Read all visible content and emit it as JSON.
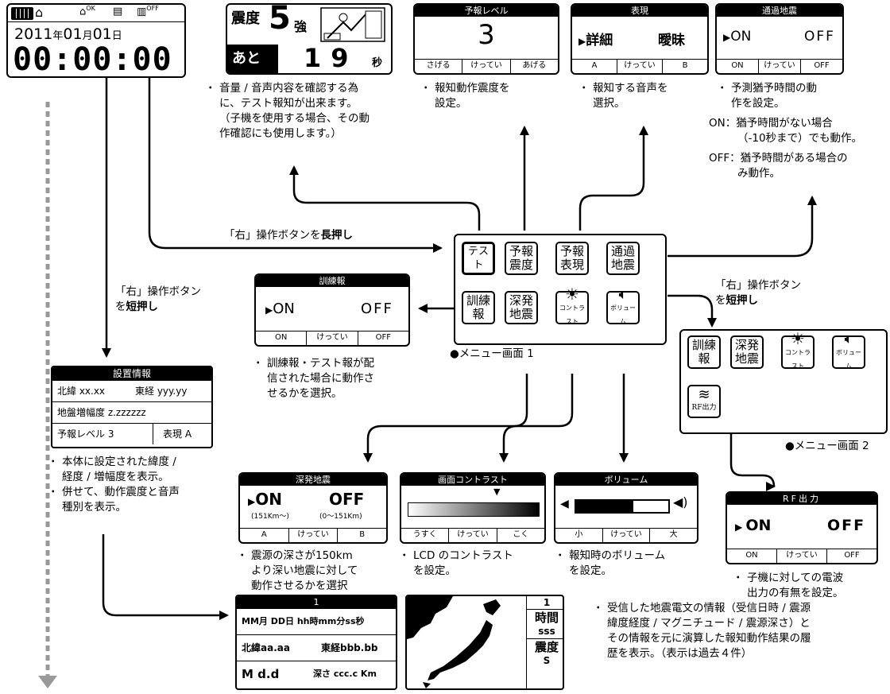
{
  "clock": {
    "year": "2011",
    "nen": "年",
    "month": "01",
    "gatsu": "月",
    "day": "01",
    "nichi": "日",
    "time": "00:00:00",
    "ok": "OK",
    "off": "OFF"
  },
  "test_screen": {
    "shindo": "震度",
    "five": "5",
    "kyo": "強",
    "ato": "あと",
    "count": "19",
    "byo": "秒"
  },
  "test_note": [
    "音量 / 音声内容を確認する為",
    "に、テスト報知が出来ます。",
    "（子機を使用する場合、その動",
    "作確認にも使用します。）"
  ],
  "yoho": {
    "title": "予報レベル",
    "value": "3",
    "buttons": [
      "さげる",
      "けってい",
      "あげる"
    ],
    "note": [
      "報知動作震度を",
      "設定。"
    ]
  },
  "hyogen": {
    "title": "表現",
    "opt1": "詳細",
    "opt2": "曖昧",
    "buttons": [
      "A",
      "けってい",
      "B"
    ],
    "note": [
      "報知する音声を",
      "選択。"
    ]
  },
  "tsuka": {
    "title": "通過地震",
    "on": "ON",
    "off": "OFF",
    "buttons": [
      "ON",
      "けってい",
      "OFF"
    ],
    "note": [
      "予測猶予時間の動",
      "作を設定。"
    ],
    "on_desc": [
      "ON：猶予時間がない場合",
      "（-10秒まで）でも動作。"
    ],
    "off_desc": [
      "OFF：猶予時間がある場合の",
      "み動作。"
    ]
  },
  "long_press": {
    "pre": "「右」操作ボタンを",
    "bold": "長押し"
  },
  "short_press_left": {
    "l1": "「右」操作ボタン",
    "l2pre": "を",
    "l2bold": "短押し"
  },
  "short_press_right": {
    "l1": "「右」操作ボタン",
    "l2pre": "を",
    "l2bold": "短押し"
  },
  "menu1": {
    "caption": "●メニュー画面 1",
    "items": [
      "テスト",
      "予報震度",
      "予報表現",
      "通過地震",
      "訓練報",
      "深発地震",
      "コントラスト",
      "ボリューム"
    ]
  },
  "menu2": {
    "caption": "●メニュー画面 2",
    "items": [
      "訓練報",
      "深発地震",
      "コントラスト",
      "ボリューム",
      "RF出力"
    ]
  },
  "kunren": {
    "title": "訓練報",
    "on": "ON",
    "off": "OFF",
    "buttons": [
      "ON",
      "けってい",
      "OFF"
    ],
    "note": [
      "訓練報・テスト報が配",
      "信された場合に動作さ",
      "せるかを選択。"
    ]
  },
  "setchi": {
    "title": "設置情報",
    "r1a": "北緯 xx.xx",
    "r1b": "東経 yyy.yy",
    "r2": "地盤増幅度 z.zzzzzz",
    "r3a": "予報レベル 3",
    "r3b": "表現 A",
    "note": [
      "本体に設定された緯度 /",
      "経度 / 増幅度を表示。",
      "併せて、動作震度と音声",
      "種別を表示。"
    ]
  },
  "shinpatsu": {
    "title": "深発地震",
    "on": "ON",
    "off": "OFF",
    "on_sub": "(151Km～)",
    "off_sub": "(0～151Km)",
    "buttons": [
      "A",
      "けってい",
      "B"
    ],
    "note": [
      "震源の深さが150km",
      "より深い地震に対して",
      "動作させるかを選択"
    ]
  },
  "contrast": {
    "title": "画面コントラスト",
    "buttons": [
      "うすく",
      "けってい",
      "こく"
    ],
    "note": [
      "LCD のコントラスト",
      "を設定。"
    ]
  },
  "volume": {
    "title": "ボリューム",
    "buttons": [
      "小",
      "けってい",
      "大"
    ],
    "note": [
      "報知時のボリューム",
      "を設定。"
    ]
  },
  "rf": {
    "title": "RF出力",
    "on": "ON",
    "off": "OFF",
    "buttons": [
      "ON",
      "けってい",
      "OFF"
    ],
    "note": [
      "子機に対しての電波",
      "出力の有無を設定。"
    ]
  },
  "history": {
    "num": "1",
    "r1": "MM月 DD日 hh時mm分ss秒",
    "r2a": "北緯aa.aa",
    "r2b": "東経bbb.bb",
    "r3a": "M d.d",
    "r3b": "深さ ccc.c Km",
    "map_num": "1",
    "jikan": "時間",
    "sss": "sss",
    "shindo": "震度",
    "s": "S",
    "note": [
      "受信した地震電文の情報（受信日時 / 震源",
      "緯度経度 / マグニチュード / 震源深さ）と",
      "その情報を元に演算した報知動作結果の履",
      "歴を表示。（表示は過去４件）"
    ]
  },
  "bullet": "・"
}
